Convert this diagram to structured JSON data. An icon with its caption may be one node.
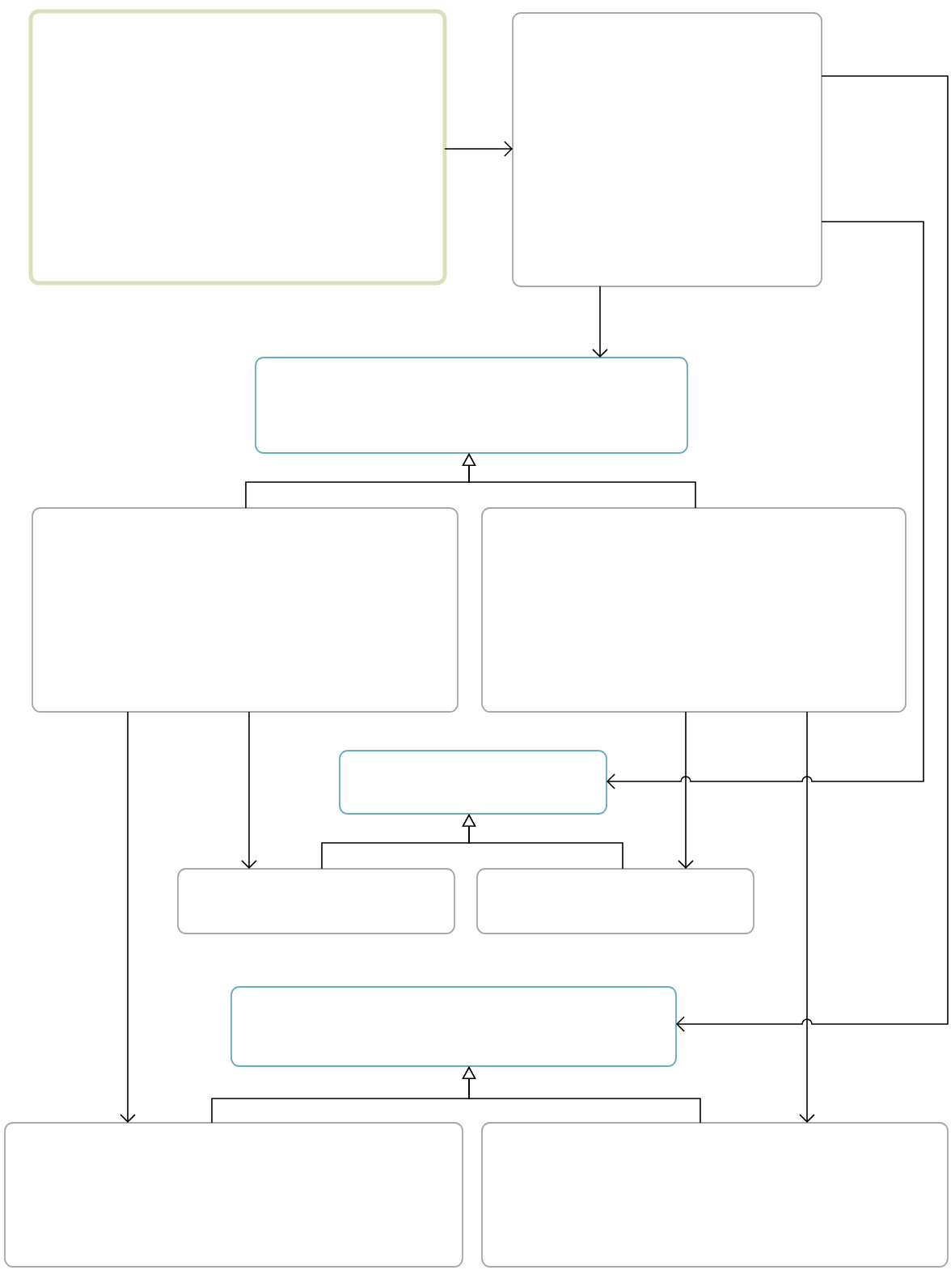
{
  "diagram": {
    "nodes": [
      {
        "text": [],
        "shape": "box"
      },
      {
        "text": [],
        "shape": "box"
      },
      {
        "text": [],
        "shape": "box"
      },
      {
        "text": [],
        "shape": "box"
      },
      {
        "text": [],
        "shape": "box"
      },
      {
        "text": [],
        "shape": "box"
      },
      {
        "text": [],
        "shape": "box"
      },
      {
        "text": [],
        "shape": "box"
      },
      {
        "text": [],
        "shape": "box"
      },
      {
        "text": [],
        "shape": "box"
      },
      {
        "text": [],
        "shape": "box"
      }
    ],
    "edges": [
      {
        "from": 0,
        "to": 1,
        "arrow": "to"
      },
      {
        "from": 1,
        "to": 2,
        "arrow": "to"
      },
      {
        "from": 3,
        "to": 2,
        "arrow": "to"
      },
      {
        "from": 4,
        "to": 2,
        "arrow": "to"
      },
      {
        "from": 1,
        "to": 5,
        "arrow": "to"
      },
      {
        "from": 1,
        "to": 8,
        "arrow": "to"
      },
      {
        "from": 3,
        "to": 9,
        "arrow": "to"
      },
      {
        "from": 3,
        "to": 6,
        "arrow": "to"
      },
      {
        "from": 4,
        "to": 7,
        "arrow": "to"
      },
      {
        "from": 4,
        "to": 10,
        "arrow": "to"
      },
      {
        "from": 6,
        "to": 5,
        "arrow": "to"
      },
      {
        "from": 7,
        "to": 5,
        "arrow": "to"
      },
      {
        "from": 9,
        "to": 8,
        "arrow": "to"
      },
      {
        "from": 10,
        "to": 8,
        "arrow": "to"
      }
    ]
  }
}
